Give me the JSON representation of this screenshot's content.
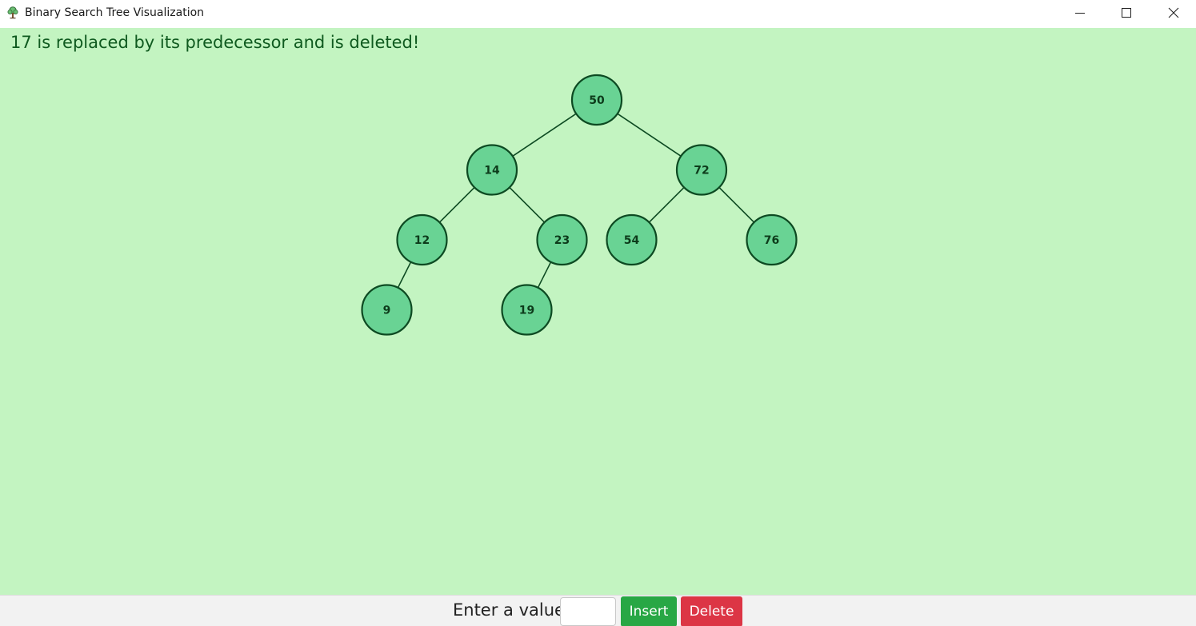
{
  "window": {
    "title": "Binary Search Tree Visualization",
    "icon": "tree-icon"
  },
  "status": {
    "message": "17 is replaced by its predecessor and is deleted!"
  },
  "tree": {
    "root": 50,
    "nodes": [
      {
        "value": 50,
        "parent": null
      },
      {
        "value": 14,
        "parent": 50
      },
      {
        "value": 72,
        "parent": 50
      },
      {
        "value": 12,
        "parent": 14
      },
      {
        "value": 23,
        "parent": 14
      },
      {
        "value": 54,
        "parent": 72
      },
      {
        "value": 76,
        "parent": 72
      },
      {
        "value": 9,
        "parent": 12
      },
      {
        "value": 19,
        "parent": 23
      }
    ],
    "colors": {
      "node_fill": "#69d394",
      "node_stroke": "#0d4a22",
      "edge": "#0d4a22",
      "label": "#0d3b1b",
      "background": "#c3f4c1"
    }
  },
  "controls": {
    "label": "Enter a value",
    "input_value": "",
    "input_placeholder": "",
    "insert_label": "Insert",
    "delete_label": "Delete",
    "insert_color": "#28a745",
    "delete_color": "#dc3545"
  }
}
